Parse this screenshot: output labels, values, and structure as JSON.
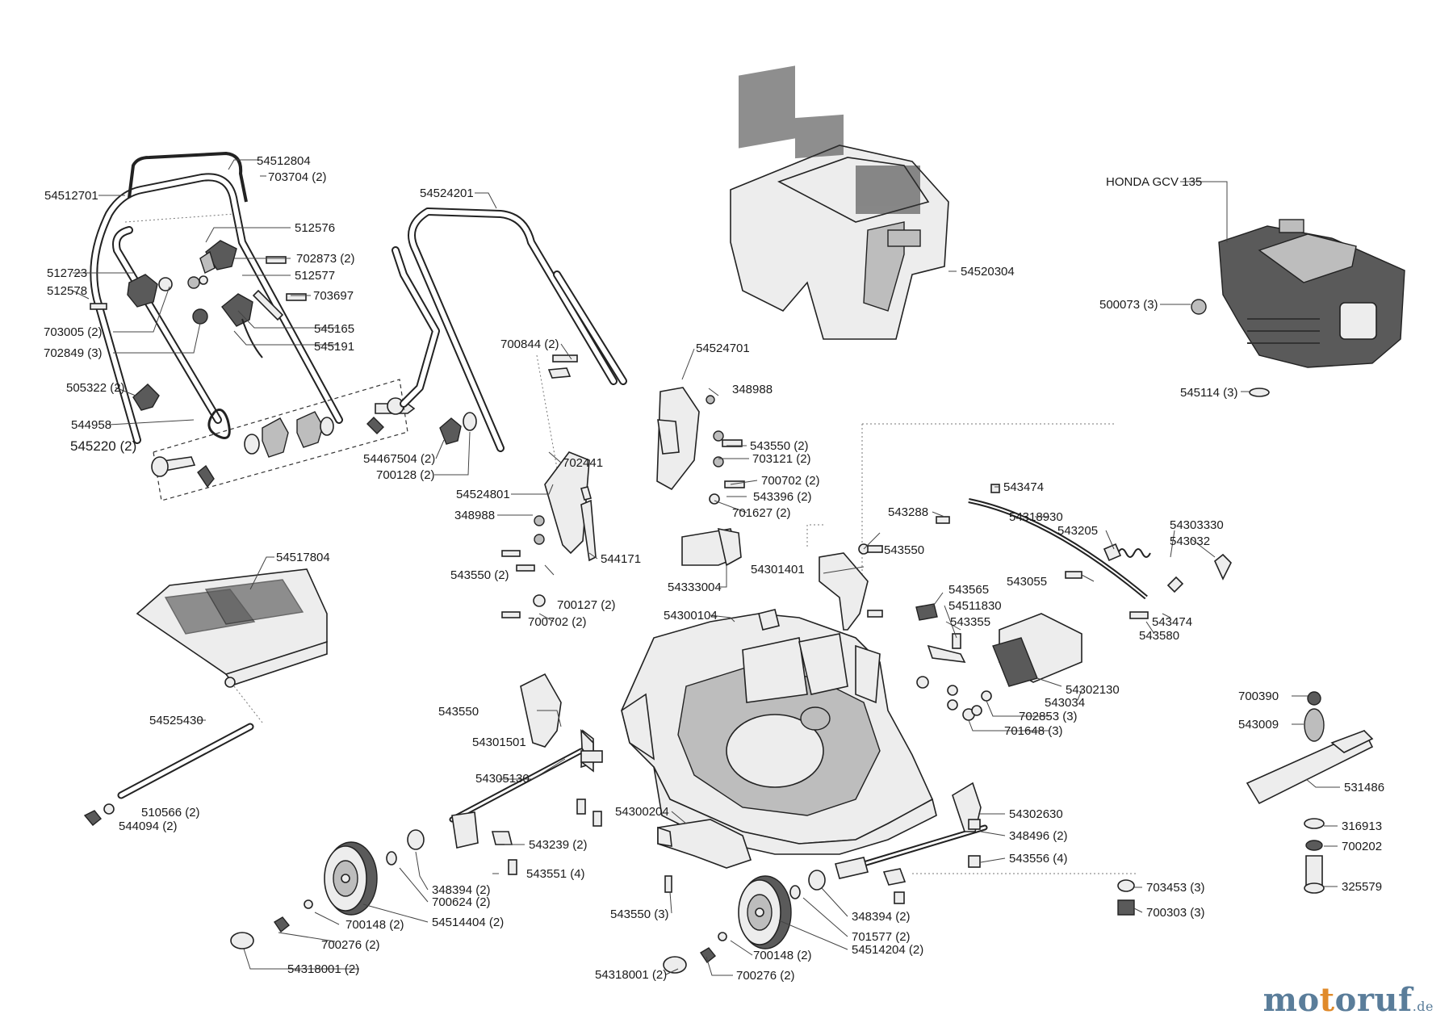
{
  "labels": {
    "p54512804": "54512804",
    "p703704": "703704 (2)",
    "p54512701": "54512701",
    "p512576": "512576",
    "p702873": "702873 (2)",
    "p512723": "512723",
    "p512577": "512577",
    "p512578": "512578",
    "p703697": "703697",
    "p703005": "703005 (2)",
    "p545165": "545165",
    "p702849": "702849 (3)",
    "p545191": "545191",
    "p505322": "505322 (2)",
    "p544958": "544958",
    "p545220": "545220 (2)",
    "p54524201": "54524201",
    "p700844": "700844 (2)",
    "p54467504": "54467504 (2)",
    "p700128": "700128 (2)",
    "p702441": "702441",
    "p54524801": "54524801",
    "p348988a": "348988",
    "p543550a": "543550 (2)",
    "p544171": "544171",
    "p700127": "700127 (2)",
    "p700702a": "700702 (2)",
    "p54524701": "54524701",
    "p348988b": "348988",
    "p543550b": "543550 (2)",
    "p703121": "703121 (2)",
    "p700702b": "700702 (2)",
    "p543396": "543396 (2)",
    "p701627": "701627 (2)",
    "p54520304": "54520304",
    "p54333004": "54333004",
    "p54301401": "54301401",
    "p543550c": "543550",
    "p54300104": "54300104",
    "p54517804": "54517804",
    "p54525430": "54525430",
    "p510566": "510566 (2)",
    "p544094": "544094 (2)",
    "p543550d": "543550",
    "p54301501": "54301501",
    "p54305130": "54305130",
    "p543239": "543239 (2)",
    "p543551": "543551 (4)",
    "p348394a": "348394 (2)",
    "p700624": "700624 (2)",
    "p700148a": "700148 (2)",
    "p54514404": "54514404 (2)",
    "p700276a": "700276 (2)",
    "p54318001a": "54318001 (2)",
    "p54300204": "54300204",
    "p543550e": "543550 (3)",
    "p54318001b": "54318001 (2)",
    "p700276b": "700276 (2)",
    "p700148b": "700148 (2)",
    "p54514204": "54514204 (2)",
    "p701577": "701577 (2)",
    "p348394b": "348394 (2)",
    "p54302630": "54302630",
    "p348496": "348496 (2)",
    "p543556": "543556 (4)",
    "p543474a": "543474",
    "p543288": "543288",
    "p54318930": "54318930",
    "p543205": "543205",
    "p54303330": "54303330",
    "p543032": "543032",
    "p543055": "543055",
    "p543474b": "543474",
    "p543580": "543580",
    "p543565": "543565",
    "p54511830": "54511830",
    "p543355": "543355",
    "p54302130": "54302130",
    "p543034": "543034",
    "p702853": "702853 (3)",
    "p701648": "701648 (3)",
    "honda": "HONDA GCV 135",
    "p500073": "500073 (3)",
    "p545114": "545114 (3)",
    "p700390": "700390",
    "p543009": "543009",
    "p531486": "531486",
    "p316913": "316913",
    "p700202": "700202",
    "p325579": "325579",
    "p703453": "703453 (3)",
    "p700303": "700303 (3)"
  },
  "logo": {
    "part1": "mo",
    "part2": "t",
    "part3": "oruf",
    "tld": ".de"
  }
}
